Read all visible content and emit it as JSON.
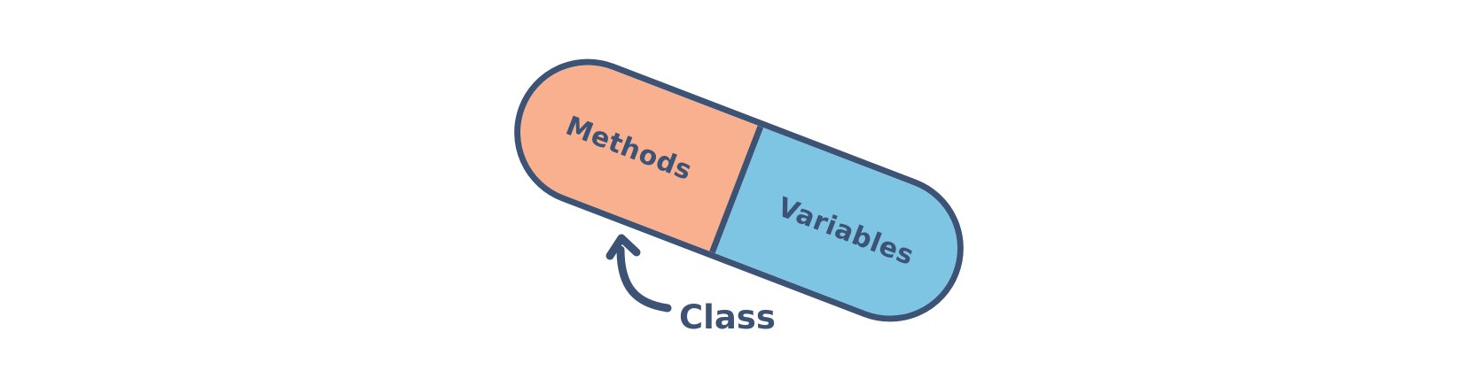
{
  "diagram": {
    "capsule": {
      "left_label": "Methods",
      "right_label": "Variables"
    },
    "annotation": {
      "label": "Class"
    }
  },
  "colors": {
    "background": "#FFFFFF",
    "capsule-left": "#F9B08E",
    "capsule-right": "#7EC5E3",
    "outline": "#3D5375",
    "text": "#3D5375"
  }
}
